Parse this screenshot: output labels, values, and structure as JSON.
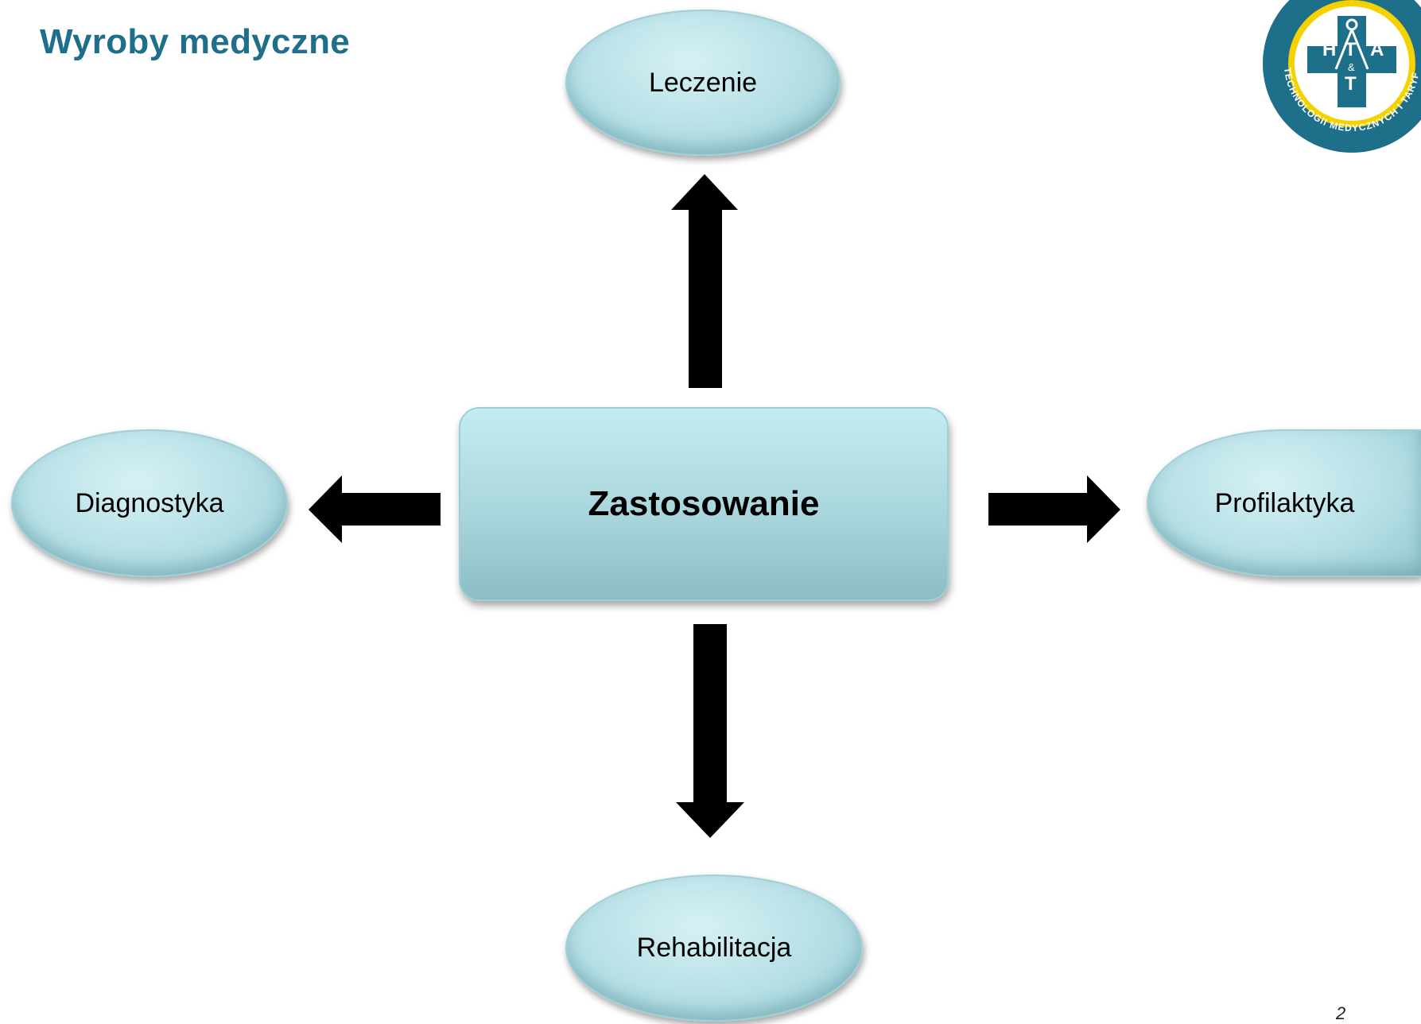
{
  "slide": {
    "title": "Wyroby medyczne",
    "page_number": "2"
  },
  "diagram": {
    "center": "Zastosowanie",
    "nodes": {
      "top": "Leczenie",
      "left": "Diagnostyka",
      "right": "Profilaktyka",
      "bottom": "Rehabilitacja"
    }
  },
  "logo": {
    "letters_left": "H",
    "letters_mid": "T",
    "letters_right": "A",
    "amp": "&",
    "letters_bottom": "T",
    "ring_text": "TECHNOLOGII MEDYCZNYCH I TARYF"
  },
  "colors": {
    "title": "#1f6e8c",
    "node_fill": "#b5dfe5",
    "logo_blue": "#1e6f8a",
    "logo_yellow": "#f4d200"
  }
}
